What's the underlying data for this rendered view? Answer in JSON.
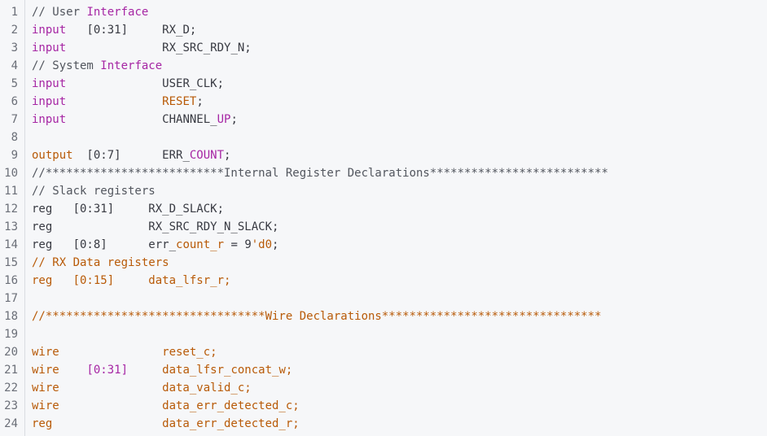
{
  "colors": {
    "background": "#f6f7f9",
    "gutter_divider": "#d9dce1",
    "line_number": "#6b6f78",
    "plain": "#383a42",
    "comment": "#52565e",
    "keyword": "#a626a4",
    "variable": "#b85a07"
  },
  "lines": [
    {
      "number": "1",
      "tokens": [
        {
          "text": "// User ",
          "kind": "comment"
        },
        {
          "text": "Interface",
          "kind": "keyword"
        }
      ]
    },
    {
      "number": "2",
      "tokens": [
        {
          "text": "input",
          "kind": "keyword"
        },
        {
          "text": "   [0:31]     RX_D;",
          "kind": "plain"
        }
      ]
    },
    {
      "number": "3",
      "tokens": [
        {
          "text": "input",
          "kind": "keyword"
        },
        {
          "text": "              RX_SRC_RDY_N;",
          "kind": "plain"
        }
      ]
    },
    {
      "number": "4",
      "tokens": [
        {
          "text": "// System ",
          "kind": "comment"
        },
        {
          "text": "Interface",
          "kind": "keyword"
        }
      ]
    },
    {
      "number": "5",
      "tokens": [
        {
          "text": "input",
          "kind": "keyword"
        },
        {
          "text": "              USER_CLK;",
          "kind": "plain"
        }
      ]
    },
    {
      "number": "6",
      "tokens": [
        {
          "text": "input",
          "kind": "keyword"
        },
        {
          "text": "              ",
          "kind": "plain"
        },
        {
          "text": "RESET",
          "kind": "var"
        },
        {
          "text": ";",
          "kind": "plain"
        }
      ]
    },
    {
      "number": "7",
      "tokens": [
        {
          "text": "input",
          "kind": "keyword"
        },
        {
          "text": "              CHANNEL_",
          "kind": "plain"
        },
        {
          "text": "UP",
          "kind": "keyword"
        },
        {
          "text": ";",
          "kind": "plain"
        }
      ]
    },
    {
      "number": "8",
      "tokens": []
    },
    {
      "number": "9",
      "tokens": [
        {
          "text": "output",
          "kind": "var"
        },
        {
          "text": "  [0:7]      ERR_",
          "kind": "plain"
        },
        {
          "text": "COUNT",
          "kind": "keyword"
        },
        {
          "text": ";",
          "kind": "plain"
        }
      ]
    },
    {
      "number": "10",
      "tokens": [
        {
          "text": "//**************************Internal Register Declarations**************************",
          "kind": "comment"
        }
      ]
    },
    {
      "number": "11",
      "tokens": [
        {
          "text": "// Slack registers",
          "kind": "comment"
        }
      ]
    },
    {
      "number": "12",
      "tokens": [
        {
          "text": "reg   [0:31]     RX_D_SLACK;",
          "kind": "plain"
        }
      ]
    },
    {
      "number": "13",
      "tokens": [
        {
          "text": "reg              RX_SRC_RDY_N_SLACK;",
          "kind": "plain"
        }
      ]
    },
    {
      "number": "14",
      "tokens": [
        {
          "text": "reg   [0:8]      err_",
          "kind": "plain"
        },
        {
          "text": "count_r",
          "kind": "var"
        },
        {
          "text": " = 9",
          "kind": "plain"
        },
        {
          "text": "'d0",
          "kind": "var"
        },
        {
          "text": ";",
          "kind": "plain"
        }
      ]
    },
    {
      "number": "15",
      "tokens": [
        {
          "text": "// RX Data registers",
          "kind": "var"
        }
      ]
    },
    {
      "number": "16",
      "tokens": [
        {
          "text": "reg   [0:15]     data_lfsr_r;",
          "kind": "var"
        }
      ]
    },
    {
      "number": "17",
      "tokens": []
    },
    {
      "number": "18",
      "tokens": [
        {
          "text": "//********************************Wire Declarations********************************",
          "kind": "var"
        }
      ]
    },
    {
      "number": "19",
      "tokens": []
    },
    {
      "number": "20",
      "tokens": [
        {
          "text": "wire               reset_c;",
          "kind": "var"
        }
      ]
    },
    {
      "number": "21",
      "tokens": [
        {
          "text": "wire    ",
          "kind": "var"
        },
        {
          "text": "[0:31]",
          "kind": "keyword"
        },
        {
          "text": "     data_lfsr_concat_w;",
          "kind": "var"
        }
      ]
    },
    {
      "number": "22",
      "tokens": [
        {
          "text": "wire               data_valid_c;",
          "kind": "var"
        }
      ]
    },
    {
      "number": "23",
      "tokens": [
        {
          "text": "wire               data_err_detected_c;",
          "kind": "var"
        }
      ]
    },
    {
      "number": "24",
      "tokens": [
        {
          "text": "reg                data_err_detected_r;",
          "kind": "var"
        }
      ]
    }
  ]
}
